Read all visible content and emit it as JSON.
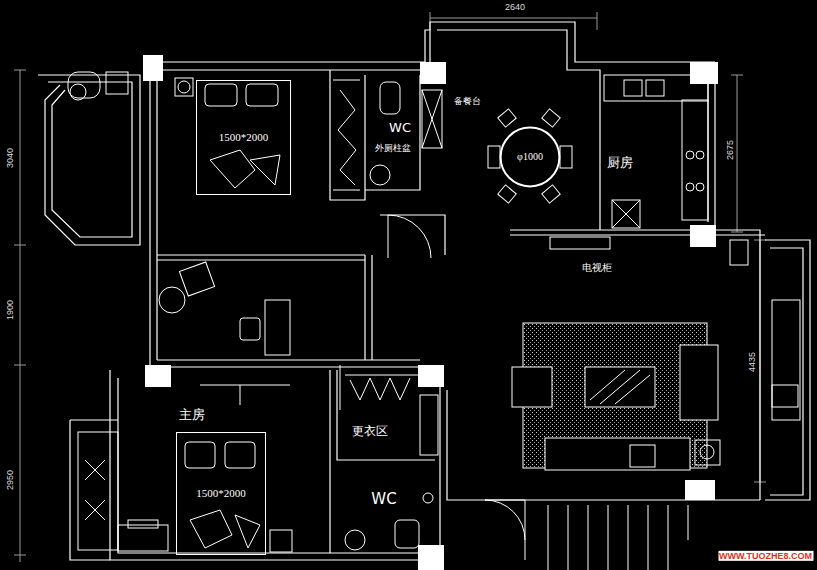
{
  "diagram": {
    "nodes": [
      {
        "text": [
          "1500*2000"
        ]
      },
      {
        "text": [
          "φ1000"
        ]
      },
      {
        "text": [
          "1500*2000"
        ]
      }
    ],
    "labels": [
      "2640",
      "3040",
      "2675",
      "1900",
      "4435",
      "2950",
      "备餐台",
      "WC",
      "外厕柱盆",
      "厨房",
      "电视柜",
      "主房",
      "更衣区",
      "WC",
      "WWW.TUOZHE8.COM"
    ]
  }
}
